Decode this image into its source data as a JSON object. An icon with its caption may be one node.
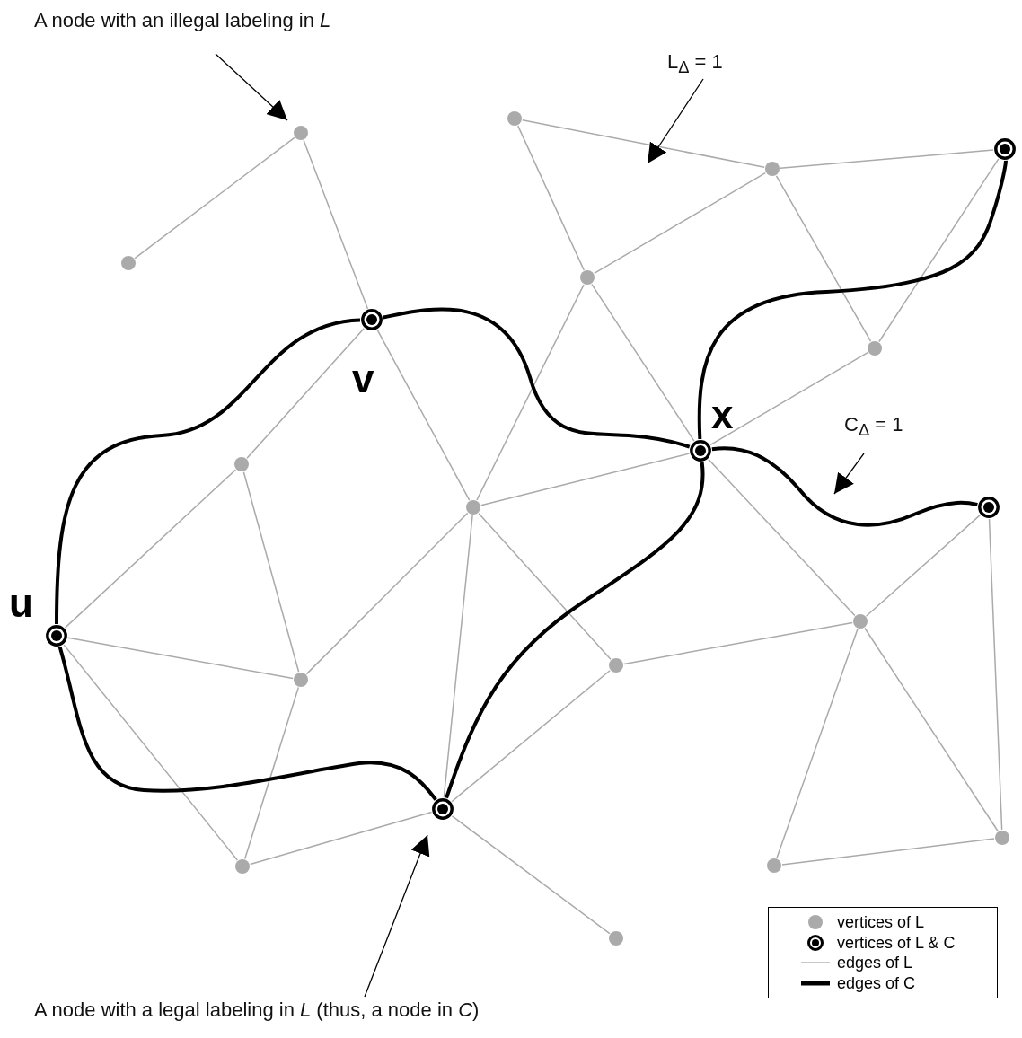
{
  "diagram": {
    "nodes": [
      {
        "text": [
          "A node with an illegal labeling in *L*"
        ]
      },
      {
        "text": [
          "L$_{Δ}$ = 1"
        ]
      },
      {
        "text": [],
        "shape": "circle"
      },
      {
        "text": [],
        "shape": "circle"
      },
      {
        "text": [],
        "shape": "circle"
      },
      {
        "text": [],
        "shape": "circle"
      },
      {
        "text": [],
        "shape": "circle"
      },
      {
        "text": [],
        "shape": "circle"
      },
      {
        "text": [],
        "shape": "circle",
        "beside": [
          "v"
        ]
      },
      {
        "text": [],
        "shape": "circle"
      },
      {
        "text": [
          "C$_{Δ}$ = 1"
        ]
      },
      {
        "text": [],
        "shape": "circle",
        "beside": [
          "x"
        ]
      },
      {
        "text": [],
        "shape": "circle"
      },
      {
        "text": [],
        "shape": "circle"
      },
      {
        "text": [],
        "shape": "circle"
      },
      {
        "text": [],
        "shape": "circle"
      },
      {
        "text": [],
        "shape": "circle",
        "beside": [
          "u"
        ]
      },
      {
        "text": [],
        "shape": "circle"
      },
      {
        "text": [],
        "shape": "circle"
      },
      {
        "text": [],
        "shape": "circle"
      },
      {
        "text": [],
        "shape": "circle"
      },
      {
        "text": [],
        "shape": "circle"
      },
      {
        "text": [],
        "shape": "circle"
      },
      {
        "text": [],
        "shape": "circle"
      },
      {
        "text": [
          "A node with a legal labeling in *L* (thus, a node in *C*)"
        ]
      }
    ],
    "edges": [
      {
        "from": 3,
        "to": 6,
        "arrow": "none"
      },
      {
        "from": 3,
        "to": 8,
        "arrow": "none"
      },
      {
        "from": 2,
        "to": 5,
        "arrow": "none"
      },
      {
        "from": 2,
        "to": 7,
        "arrow": "none"
      },
      {
        "from": 5,
        "to": 4,
        "arrow": "none"
      },
      {
        "from": 7,
        "to": 5,
        "arrow": "none"
      },
      {
        "from": 5,
        "to": 9,
        "arrow": "none"
      },
      {
        "from": 9,
        "to": 4,
        "arrow": "none"
      },
      {
        "from": 9,
        "to": 11,
        "arrow": "none"
      },
      {
        "from": 7,
        "to": 13,
        "arrow": "none"
      },
      {
        "from": 7,
        "to": 11,
        "arrow": "none"
      },
      {
        "from": 8,
        "to": 12,
        "arrow": "none"
      },
      {
        "from": 8,
        "to": 13,
        "arrow": "none"
      },
      {
        "from": 12,
        "to": 16,
        "arrow": "none"
      },
      {
        "from": 12,
        "to": 18,
        "arrow": "none"
      },
      {
        "from": 16,
        "to": 18,
        "arrow": "none"
      },
      {
        "from": 16,
        "to": 22,
        "arrow": "none"
      },
      {
        "from": 13,
        "to": 18,
        "arrow": "none"
      },
      {
        "from": 13,
        "to": 19,
        "arrow": "none"
      },
      {
        "from": 13,
        "to": 17,
        "arrow": "none"
      },
      {
        "from": 13,
        "to": 11,
        "arrow": "none"
      },
      {
        "from": 11,
        "to": 15,
        "arrow": "none"
      },
      {
        "from": 17,
        "to": 15,
        "arrow": "none"
      },
      {
        "from": 17,
        "to": 19,
        "arrow": "none"
      },
      {
        "from": 15,
        "to": 14,
        "arrow": "none"
      },
      {
        "from": 15,
        "to": 21,
        "arrow": "none"
      },
      {
        "from": 15,
        "to": 20,
        "arrow": "none"
      },
      {
        "from": 14,
        "to": 20,
        "arrow": "none"
      },
      {
        "from": 21,
        "to": 20,
        "arrow": "none"
      },
      {
        "from": 22,
        "to": 19,
        "arrow": "none"
      },
      {
        "from": 19,
        "to": 23,
        "arrow": "none"
      },
      {
        "from": 22,
        "to": 18,
        "arrow": "none"
      },
      {
        "from": 16,
        "to": 8,
        "arrow": "none",
        "style": "thick",
        "color": "#000000"
      },
      {
        "from": 8,
        "to": 11,
        "arrow": "none",
        "style": "thick",
        "color": "#000000"
      },
      {
        "from": 11,
        "to": 4,
        "arrow": "none",
        "style": "thick",
        "color": "#000000"
      },
      {
        "from": 11,
        "to": 14,
        "arrow": "none",
        "style": "thick",
        "color": "#000000"
      },
      {
        "from": 11,
        "to": 19,
        "arrow": "none",
        "style": "thick",
        "color": "#000000"
      },
      {
        "from": 19,
        "to": 16,
        "arrow": "none",
        "style": "thick",
        "color": "#000000"
      },
      {
        "from": 0,
        "to": 3,
        "arrow": "to",
        "color": "#000000"
      },
      {
        "from": 1,
        "to": null,
        "arrow": "to",
        "color": "#000000"
      },
      {
        "from": 10,
        "to": null,
        "arrow": "to",
        "color": "#000000"
      },
      {
        "from": 24,
        "to": 19,
        "arrow": "to",
        "color": "#000000"
      }
    ],
    "legend": [
      {
        "text": "vertices of L"
      },
      {
        "text": "vertices of L & C"
      },
      {
        "text": "edges of L"
      },
      {
        "text": "edges of C"
      }
    ]
  }
}
